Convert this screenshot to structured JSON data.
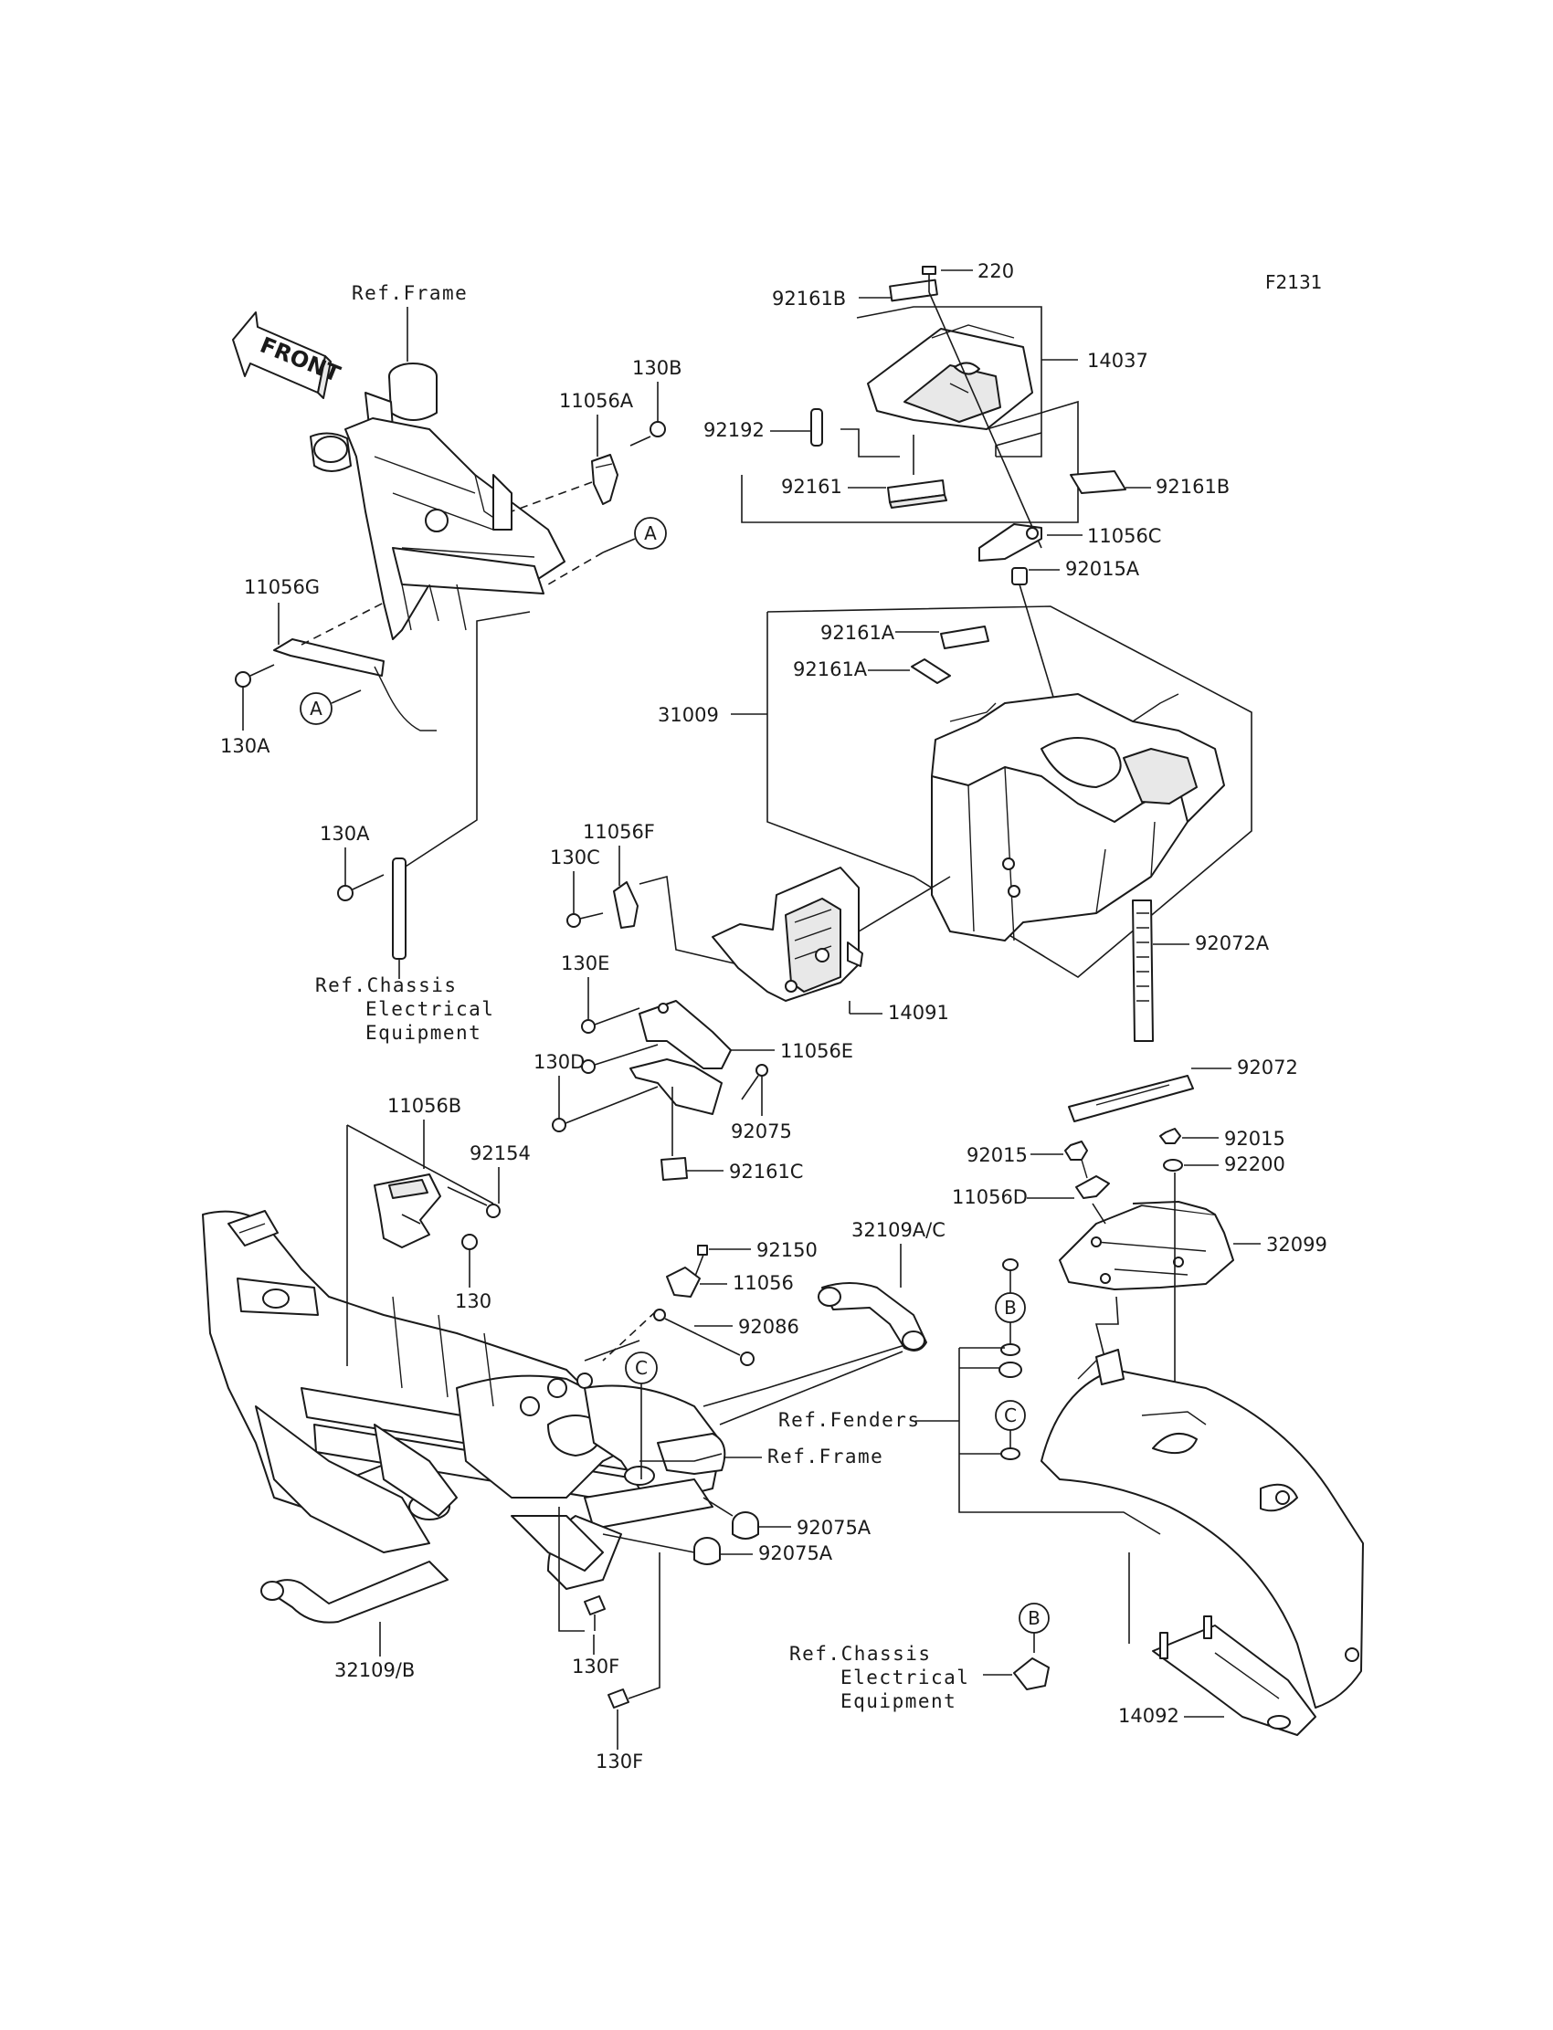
{
  "diagram_code": "F2131",
  "front_label": "FRONT",
  "labels": {
    "ref_frame_top": "Ref.Frame",
    "p130B": "130B",
    "p11056A": "11056A",
    "p11056G": "11056G",
    "p130A_1": "130A",
    "p130A_2": "130A",
    "ref_chassis_left_1": "Ref.Chassis",
    "ref_chassis_left_2": "Electrical",
    "ref_chassis_left_3": "Equipment",
    "p92161B_1": "92161B",
    "p220": "220",
    "p14037": "14037",
    "p92192": "92192",
    "p92161": "92161",
    "p92161B_2": "92161B",
    "p11056C": "11056C",
    "p92015A": "92015A",
    "p92161A_1": "92161A",
    "p92161A_2": "92161A",
    "p31009": "31009",
    "p92072A": "92072A",
    "p11056F": "11056F",
    "p130C": "130C",
    "p130E": "130E",
    "p14091": "14091",
    "p11056E": "11056E",
    "p130D": "130D",
    "p92075": "92075",
    "p92161C": "92161C",
    "p92072": "92072",
    "p11056B": "11056B",
    "p92154": "92154",
    "p130": "130",
    "p92015_1": "92015",
    "p92015_2": "92015",
    "p92200": "92200",
    "p11056D": "11056D",
    "p32099": "32099",
    "p92150": "92150",
    "p32109AC": "32109A/C",
    "p11056": "11056",
    "p92086": "92086",
    "ref_fenders": "Ref.Fenders",
    "ref_frame_bottom": "Ref.Frame",
    "p92075A_1": "92075A",
    "p92075A_2": "92075A",
    "p32109B": "32109/B",
    "p130F_1": "130F",
    "p130F_2": "130F",
    "ref_chassis_right_1": "Ref.Chassis",
    "ref_chassis_right_2": "Electrical",
    "ref_chassis_right_3": "Equipment",
    "p14092": "14092"
  },
  "markers": {
    "A1": "A",
    "A2": "A",
    "B1": "B",
    "B2": "B",
    "C1": "C",
    "C2": "C"
  }
}
